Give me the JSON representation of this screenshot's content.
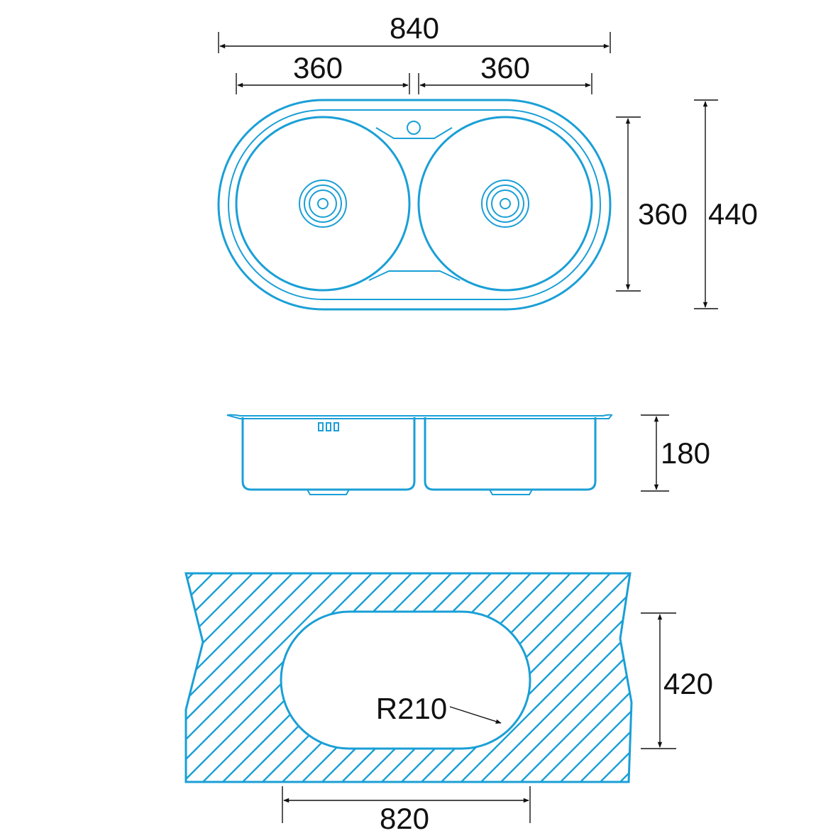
{
  "top_view": {
    "overall_width": "840",
    "bowl_left_width": "360",
    "bowl_right_width": "360",
    "bowl_depth": "360",
    "overall_depth": "440"
  },
  "side_view": {
    "height": "180"
  },
  "cutout": {
    "depth": "420",
    "radius": "R210",
    "width": "820"
  },
  "colors": {
    "outline": "#1a9fd6",
    "dimension": "#111111"
  }
}
